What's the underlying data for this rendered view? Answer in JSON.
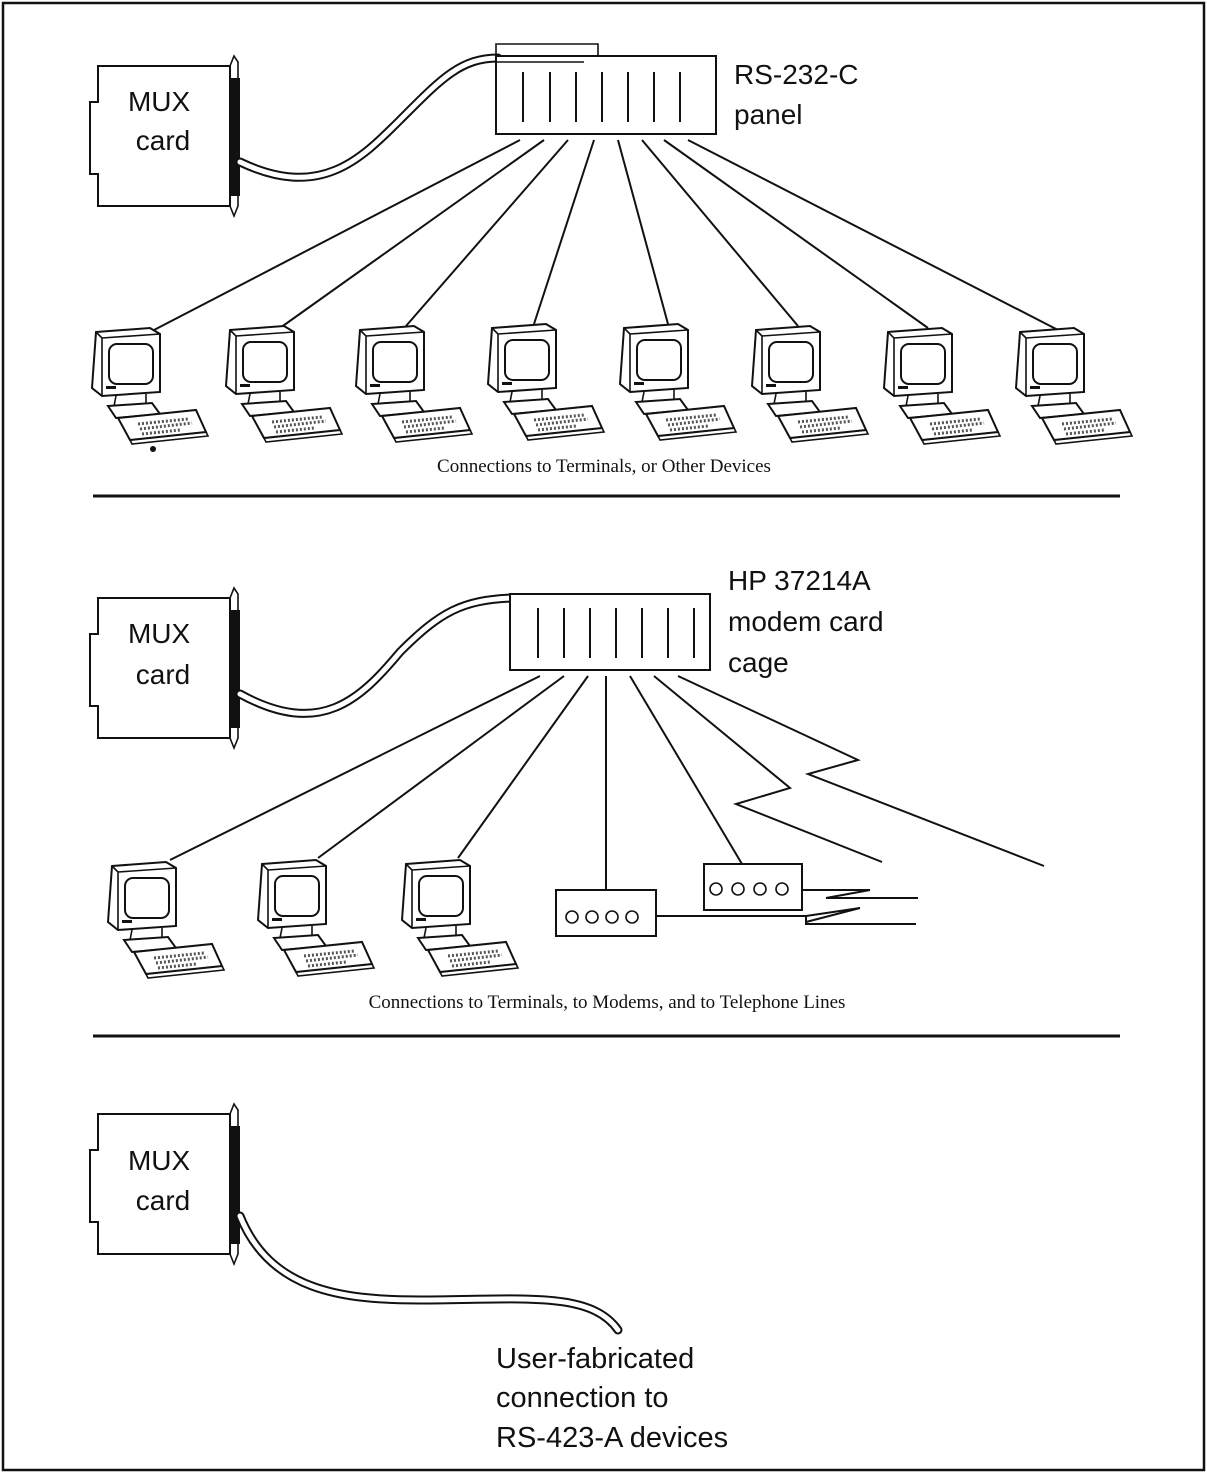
{
  "sections": [
    {
      "mux_card_label": [
        "MUX",
        "card"
      ],
      "device_label": [
        "RS-232-C",
        "panel"
      ],
      "caption": "Connections to Terminals, or Other Devices"
    },
    {
      "mux_card_label": [
        "MUX",
        "card"
      ],
      "device_label": [
        "HP 37214A",
        "modem card",
        "cage"
      ],
      "caption": "Connections to Terminals, to Modems, and to Telephone Lines"
    },
    {
      "mux_card_label": [
        "MUX",
        "card"
      ],
      "cable_label": [
        "User-fabricated",
        "connection to",
        "RS-423-A devices"
      ]
    }
  ],
  "icons": {
    "terminal": "terminal-icon",
    "modem": "modem-icon",
    "phone_line": "telephone-line-icon"
  }
}
